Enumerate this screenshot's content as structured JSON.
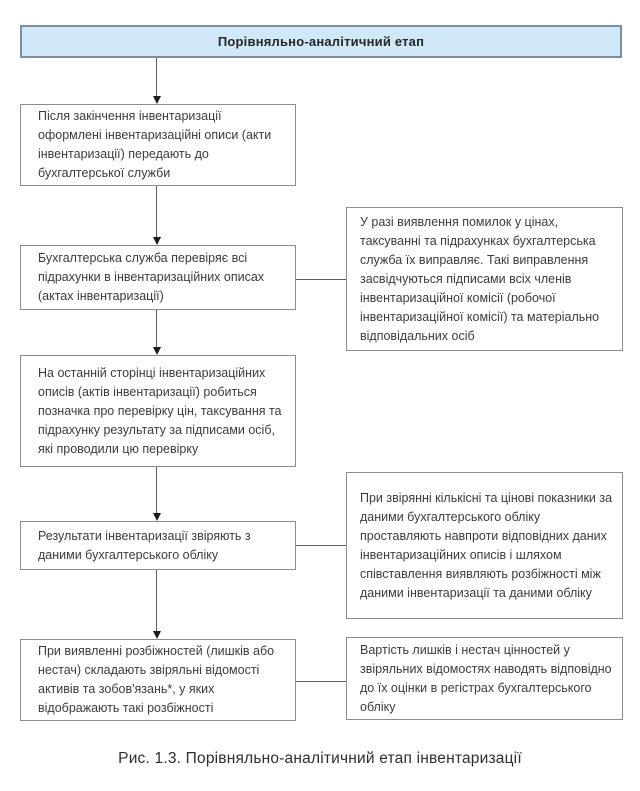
{
  "flowchart": {
    "title": "Порівняльно-аналітичний етап",
    "steps": [
      {
        "text": "Після закінчення інвентаризації оформлені інвентаризаційні описи (акти інвентаризації) передають до бухгалтерської служби"
      },
      {
        "text": "Бухгалтерська служба перевіряє всі підрахунки в інвентаризаційних описах (актах інвентаризації)"
      },
      {
        "text": "На останній сторінці інвентаризаційних описів (актів інвентаризації) робиться позначка про перевірку цін, таксування та підрахунку результату за підписами осіб, які проводили цю перевірку"
      },
      {
        "text": "Результати інвентаризації звіряють з даними бухгалтерського обліку"
      },
      {
        "text": "При виявленні розбіжностей (лишків або нестач) складають звіряльні відомості активів та зобов'язань*, у яких відображають такі розбіжності"
      }
    ],
    "notes": [
      {
        "text": "У разі виявлення помилок у цінах, таксуванні та підрахунках бухгалтерська служба їх виправляє. Такі виправлення засвідчуються підписами всіх членів інвентаризаційної комісії (робочої інвентаризаційної комісії) та матеріально відповідальних осіб"
      },
      {
        "text": "При звірянні кількісні та цінові показники за даними бухгалтерського обліку проставляють навпроти відповідних даних інвентаризаційних описів і шляхом співставлення виявляють розбіжності між даними інвентаризації та даними обліку"
      },
      {
        "text": "Вартість лишків і нестач цінностей у звіряльних відомостях наводять відповідно до їх оцінки в регістрах бухгалтерського обліку"
      }
    ],
    "caption": "Рис. 1.3. Порівняльно-аналітичний етап інвентаризації",
    "colors": {
      "header_fill": "#cfe9f8",
      "header_border": "#7e8e9e",
      "box_border": "#8c8c8c",
      "connector": "#5a5a5a",
      "text": "#3c3c3c"
    }
  }
}
